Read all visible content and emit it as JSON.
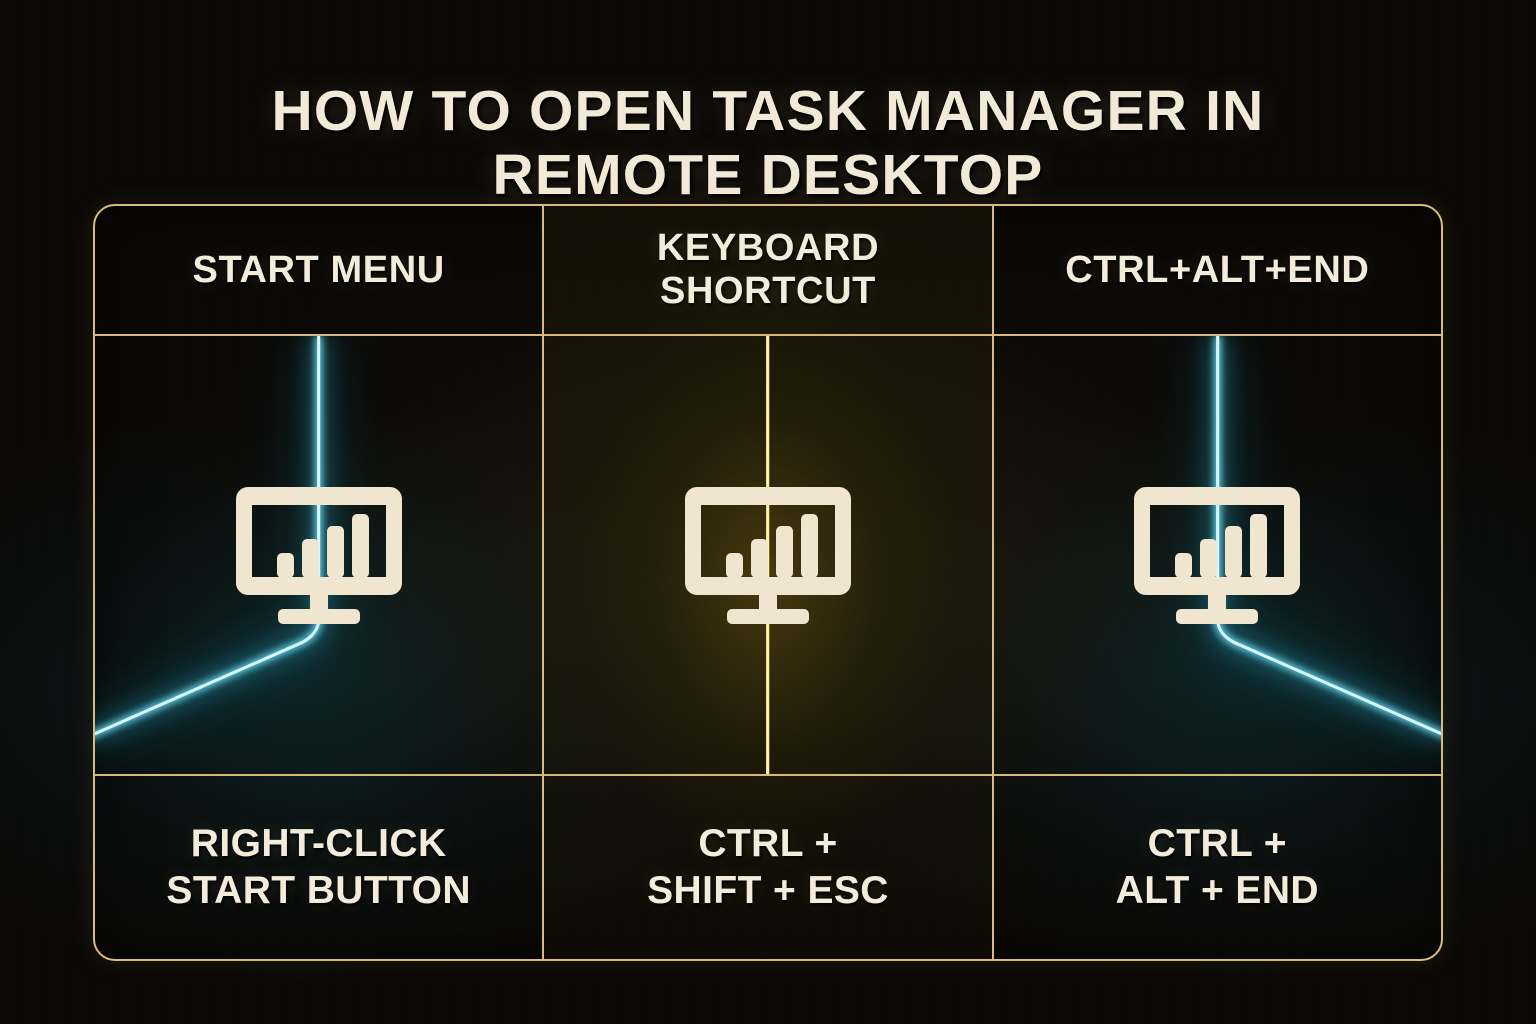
{
  "title": {
    "line1": "HOW TO OPEN TASK MANAGER IN",
    "line2": "REMOTE DESKTOP"
  },
  "colors": {
    "background": "#0a0806",
    "frame_gold": "#d8b87a",
    "text_cream": "#f4ecdb",
    "cable_cyan": "#4fd8f5",
    "cable_yellow": "#ffd400",
    "mid_glow_amber": "#2a2410"
  },
  "columns": [
    {
      "id": "start-menu",
      "header": "START MENU",
      "icon": "monitor-bar-chart-icon",
      "cable_color": "#4fd8f5",
      "cable_direction": "down-left",
      "footer_line1": "RIGHT-CLICK",
      "footer_line2": "START BUTTON"
    },
    {
      "id": "keyboard-shortcut",
      "header_line1": "KEYBOARD",
      "header_line2": "SHORTCUT",
      "icon": "monitor-bar-chart-icon",
      "cable_color": "#ffd400",
      "cable_direction": "vertical",
      "footer_line1": "CTRL +",
      "footer_line2": "SHIFT + ESC"
    },
    {
      "id": "ctrl-alt-end",
      "header": "CTRL+ALT+END",
      "icon": "monitor-bar-chart-icon",
      "cable_color": "#4fd8f5",
      "cable_direction": "down-right",
      "footer_line1": "CTRL +",
      "footer_line2": "ALT + END"
    }
  ]
}
